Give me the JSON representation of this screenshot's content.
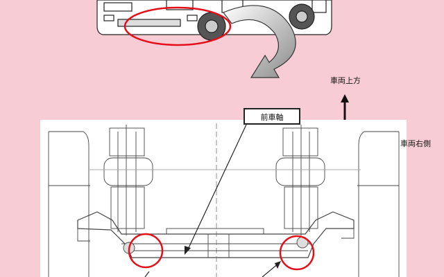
{
  "labels": {
    "front_axle": "前車軸",
    "vehicle_up": "車両上方",
    "vehicle_right": "車両右側"
  },
  "colors": {
    "background": "#f7ccd4",
    "highlight": "#e3101a",
    "line": "#222222",
    "drawing_bg": "#ffffff"
  },
  "icons": {
    "curved_arrow": "curved-arrow-icon",
    "axis_arrows": "axis-arrows-icon"
  }
}
